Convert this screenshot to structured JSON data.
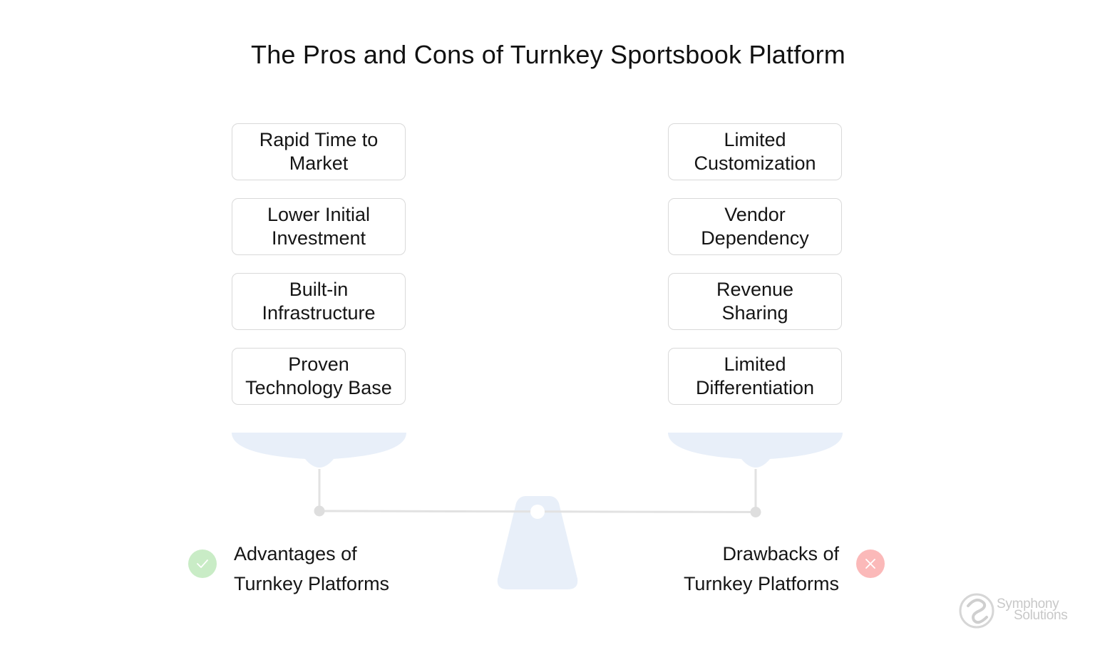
{
  "title": "The Pros and Cons of Turnkey Sportsbook Platform",
  "pros": {
    "items": [
      [
        "Rapid Time to",
        "Market"
      ],
      [
        "Lower Initial",
        "Investment"
      ],
      [
        "Built-in",
        "Infrastructure"
      ],
      [
        "Proven",
        "Technology Base"
      ]
    ],
    "label_line1": "Advantages of",
    "label_line2": "Turnkey Platforms",
    "badge_icon": "check-icon",
    "badge_color": "#c9ecc6"
  },
  "cons": {
    "items": [
      [
        "Limited",
        "Customization"
      ],
      [
        "Vendor",
        "Dependency"
      ],
      [
        "Revenue",
        "Sharing"
      ],
      [
        "Limited",
        "Differentiation"
      ]
    ],
    "label_line1": "Drawbacks of",
    "label_line2": "Turnkey Platforms",
    "badge_icon": "close-icon",
    "badge_color": "#fbb9b9"
  },
  "scale_color": "#e8eff9",
  "beam_color": "#e2e2e2",
  "logo": {
    "line1": "Symphony",
    "line2": "Solutions"
  }
}
